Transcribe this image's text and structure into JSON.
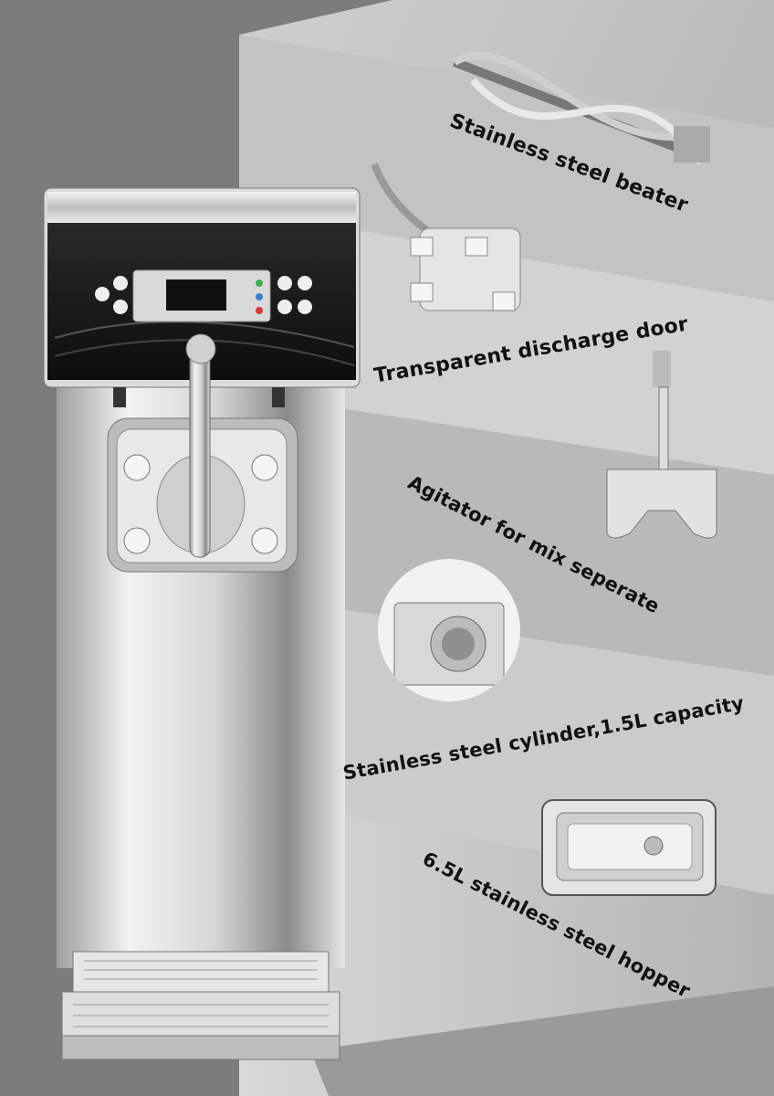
{
  "features": [
    {
      "label": "Stainless steel beater",
      "icon": "beater-icon"
    },
    {
      "label": "Transparent discharge door",
      "icon": "discharge-door-icon"
    },
    {
      "label": "Agitator for mix seperate",
      "icon": "agitator-icon"
    },
    {
      "label": "Stainless steel cylinder,1.5L capacity",
      "icon": "cylinder-icon"
    },
    {
      "label": "6.5L stainless steel hopper",
      "icon": "hopper-icon"
    }
  ],
  "machine": {
    "icon": "soft-serve-machine-icon"
  },
  "colors": {
    "background": "#7d7d7d",
    "panel": "#c9c9c9",
    "text": "#111111",
    "control_panel": "#1b1b1b"
  }
}
